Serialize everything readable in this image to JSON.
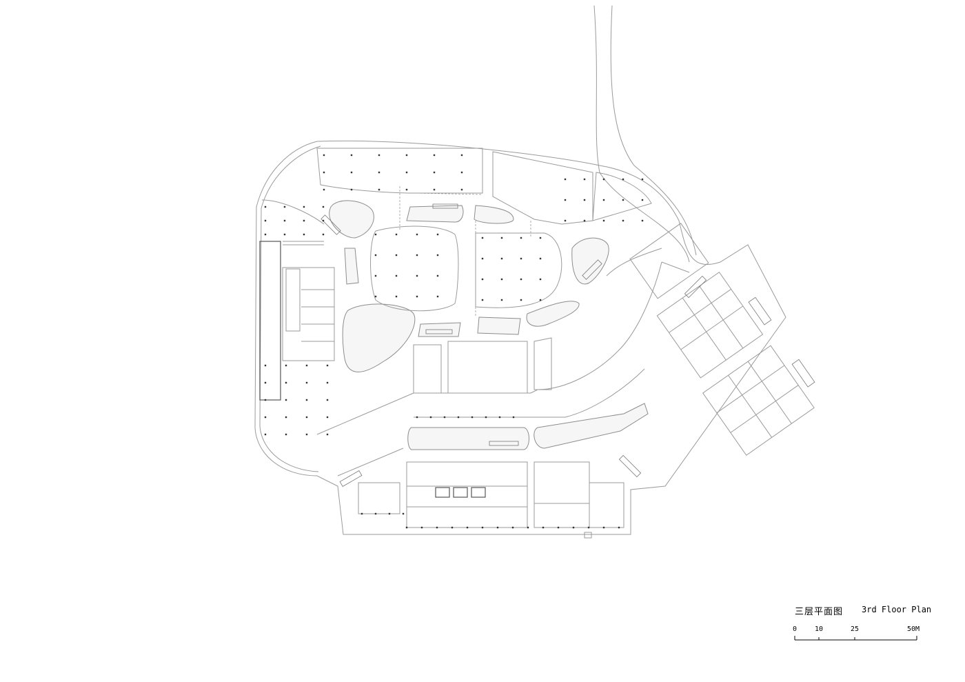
{
  "title": {
    "cn": "三层平面图",
    "en": "3rd Floor Plan"
  },
  "scale_bar": {
    "ticks": [
      "0",
      "10",
      "25",
      "50M"
    ]
  },
  "colors": {
    "line": "#9a9a9a",
    "ink": "#000000",
    "background": "#ffffff"
  }
}
